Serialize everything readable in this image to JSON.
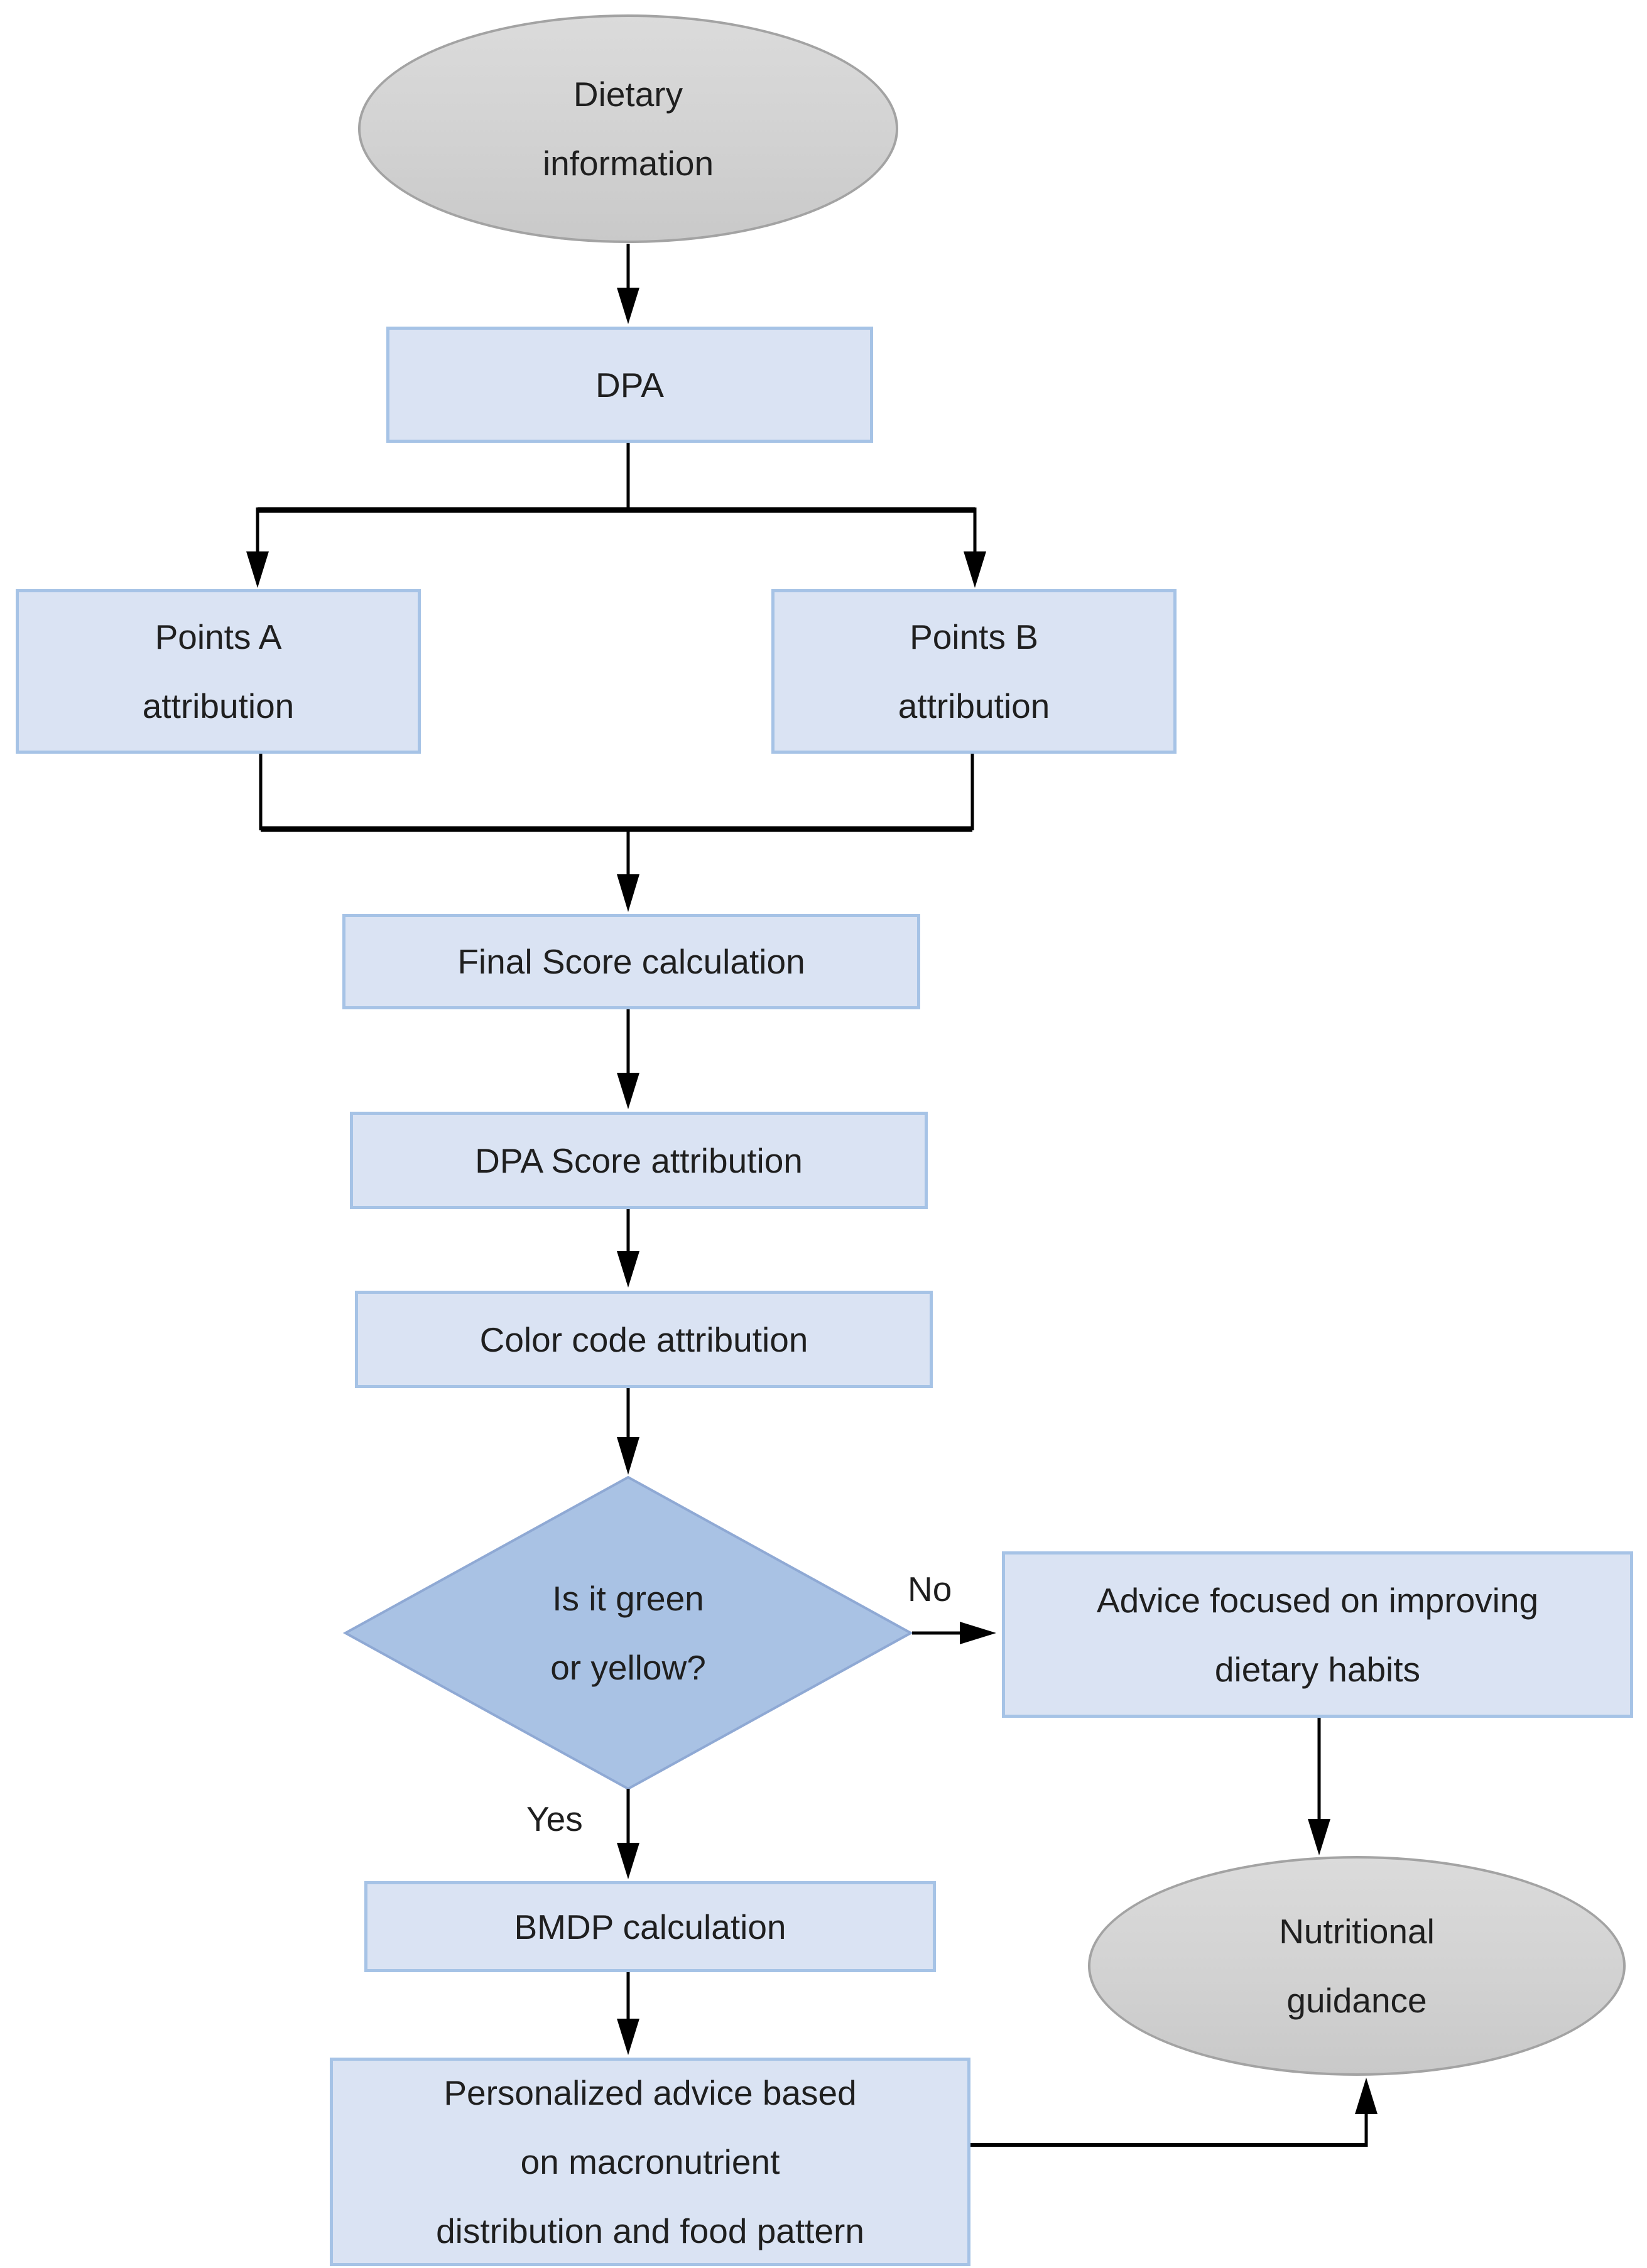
{
  "diagram": {
    "title": "DPA dietary advice flowchart",
    "colors": {
      "process_fill": "#dae3f3",
      "process_border": "#a6c3e6",
      "decision_fill": "#a9c2e4",
      "decision_border": "#8fa9d4",
      "terminator_fill": "#d2d2d2",
      "terminator_border": "#a3a3a3",
      "connector": "#000000",
      "text": "#1f1f1f"
    },
    "nodes": {
      "start": {
        "type": "terminator",
        "lines": [
          "Dietary",
          "information"
        ]
      },
      "dpa": {
        "type": "process",
        "lines": [
          "DPA"
        ]
      },
      "points_a": {
        "type": "process",
        "lines": [
          "Points A",
          "attribution"
        ]
      },
      "points_b": {
        "type": "process",
        "lines": [
          "Points B",
          "attribution"
        ]
      },
      "final_score": {
        "type": "process",
        "lines": [
          "Final Score calculation"
        ]
      },
      "dpa_score": {
        "type": "process",
        "lines": [
          "DPA Score attribution"
        ]
      },
      "color_code": {
        "type": "process",
        "lines": [
          "Color code attribution"
        ]
      },
      "decision": {
        "type": "decision",
        "lines": [
          "Is it green",
          "or yellow?"
        ]
      },
      "advice": {
        "type": "process",
        "lines": [
          "Advice focused on improving",
          "dietary habits"
        ]
      },
      "bmdp": {
        "type": "process",
        "lines": [
          "BMDP calculation"
        ]
      },
      "personalized": {
        "type": "process",
        "lines": [
          "Personalized advice based",
          "on macronutrient",
          "distribution and food pattern"
        ]
      },
      "guidance": {
        "type": "terminator",
        "lines": [
          "Nutritional",
          "guidance"
        ]
      }
    },
    "edge_labels": {
      "no": "No",
      "yes": "Yes"
    }
  }
}
